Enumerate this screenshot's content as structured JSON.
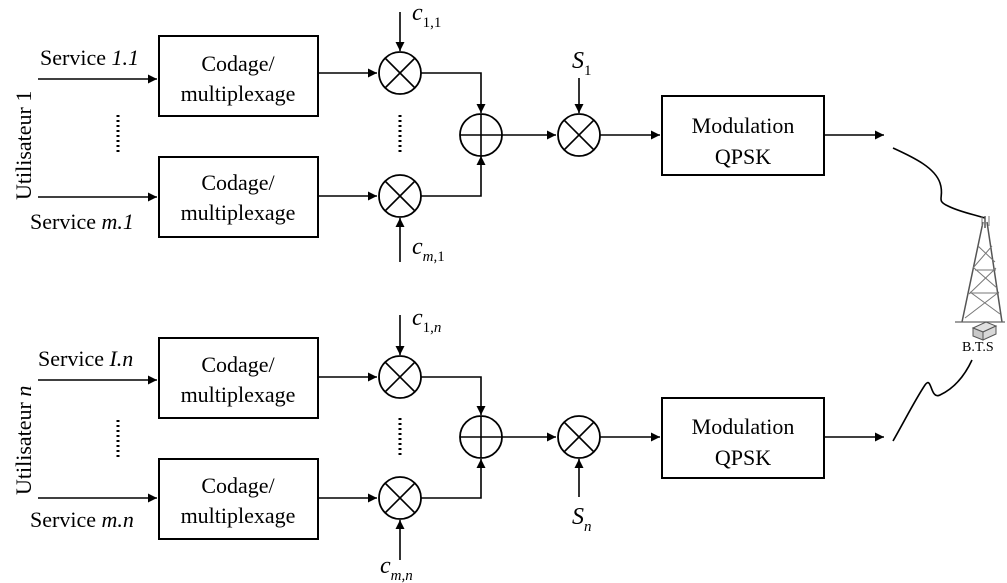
{
  "user1": {
    "label_prefix": "Utilisateur ",
    "label_id": "1",
    "service_top_prefix": "Service ",
    "service_top_id": "1.1",
    "service_bottom_prefix": "Service ",
    "service_bottom_id": "m.1",
    "box_top_line1": "Codage/",
    "box_top_line2": "multiplexage",
    "box_bottom_line1": "Codage/",
    "box_bottom_line2": "multiplexage",
    "code_top_base": "c",
    "code_top_sub": "1,1",
    "code_bottom_base": "c",
    "code_bottom_sub_italic": "m",
    "code_bottom_sub_rest": ",1",
    "scramble_base": "S",
    "scramble_sub": "1",
    "mod_line1": "Modulation",
    "mod_line2": "QPSK"
  },
  "usern": {
    "label_prefix": "Utilisateur ",
    "label_id": "n",
    "service_top_prefix": "Service ",
    "service_top_id": "I.n",
    "service_bottom_prefix": "Service ",
    "service_bottom_id": "m.n",
    "box_top_line1": "Codage/",
    "box_top_line2": "multiplexage",
    "box_bottom_line1": "Codage/",
    "box_bottom_line2": "multiplexage",
    "code_top_base": "c",
    "code_top_sub_rest": "1,",
    "code_top_sub_italic": "n",
    "code_bottom_base": "c",
    "code_bottom_sub": "m,n",
    "scramble_base": "S",
    "scramble_sub": "n",
    "mod_line1": "Modulation",
    "mod_line2": "QPSK"
  },
  "bts_label": "B.T.S",
  "icons": [
    "multiplier-icon",
    "adder-icon",
    "antenna-tower-icon",
    "arrow-icon"
  ]
}
